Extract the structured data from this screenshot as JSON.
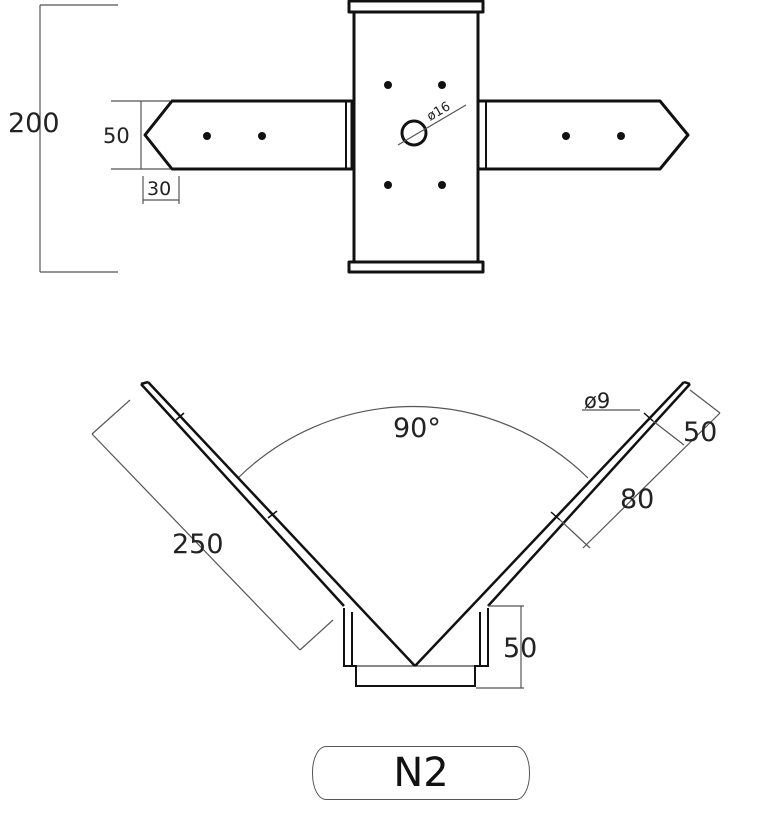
{
  "top_view": {
    "height_dim": "200",
    "strap_width_dim": "50",
    "strap_tip_dim": "30",
    "hole_dim": "ø16"
  },
  "side_view": {
    "angle": "90°",
    "leg_length_dim": "250",
    "hole_dim": "ø9",
    "hole_offset_dim": "50",
    "hole_spacing_dim": "80",
    "base_height_dim": "50"
  },
  "part_label": "N2"
}
